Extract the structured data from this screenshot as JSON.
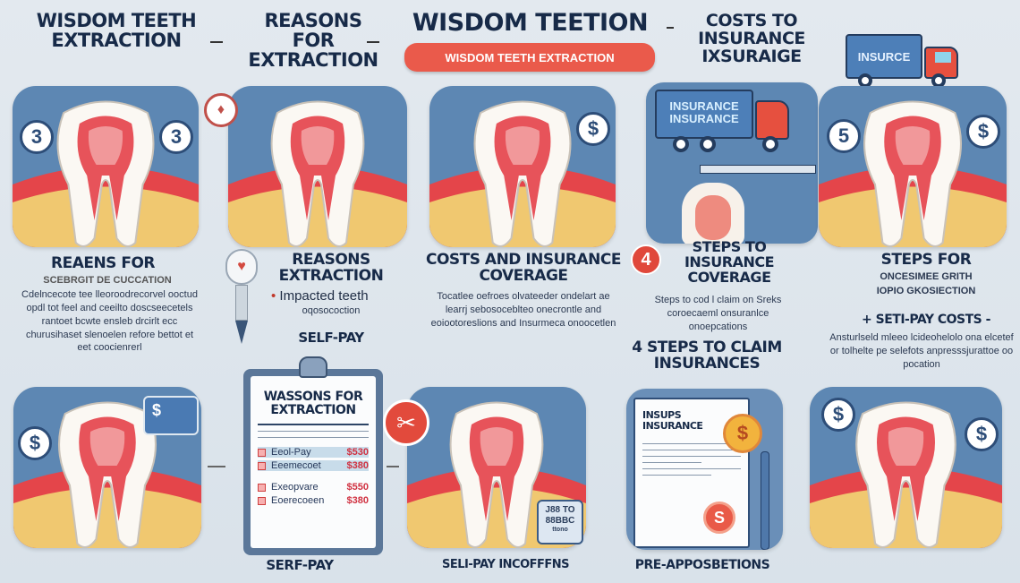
{
  "header": {
    "col1": "WISDOM TEETH EXTRACTION",
    "col2": "REASONS FOR EXTRACTION",
    "title": "WISDOM TEETION",
    "subtitle": "WISDOM TEETH EXTRACTION",
    "col4": "COSTS TO INSURANCE IXSURAIGE",
    "truck_label": "INSURCE"
  },
  "badges": {
    "three": "3",
    "dollar": "$",
    "five": "5",
    "four": "4"
  },
  "truck_panel": {
    "label": "INSURANCE INSURANCE"
  },
  "middle": {
    "s1": {
      "title": "REAENS FOR",
      "sub": "SCEBRGIT DE CUCCATION",
      "body": "Cdelncecote tee lleoroodrecorvel ooctud opdl tot feel and ceeilto doscseecetels rantoet bcwte ensleb drcirlt ecc churusihaset slenoelen refore bettot et eet coocienrerl"
    },
    "s2": {
      "title": "REASONS EXTRACTION",
      "bullet": "Impacted teeth",
      "sub": "oqosocoction",
      "self_pay": "SELF-PAY"
    },
    "s3": {
      "title": "COSTS AND INSURANCE COVERAGE",
      "body": "Tocatlee oefroes olvateeder ondelart ae learrj sebosoceblteo onecrontle and eoiootoreslions and Insurmeca onoocetlen"
    },
    "s4": {
      "title": "STEPS TO INSURANCE COVERAGE",
      "body": "Steps to cod l claim on Sreks coroecaeml onsuranlce onoepcations",
      "claim": "4 STEPS TO CLAIM INSURANCES"
    },
    "s5": {
      "title": "STEPS FOR",
      "sub1": "ONCESIMEE GRITH",
      "sub2": "IOPIO GKOSIECTION",
      "self_pay_costs": "+ SETI-PAY COSTS -",
      "body": "Ansturlseld mleeo lcideohelolo ona elcetef or tolhelte pe selefots anpresssjurattoe oo pocation"
    }
  },
  "clipboard": {
    "title": "WASSONS FOR EXTRACTION",
    "rows": [
      {
        "label": "Eeol-Pay",
        "price": "$530"
      },
      {
        "label": "Eeemecoet",
        "price": "$380"
      },
      {
        "label": "Exeopvare",
        "price": "$550"
      },
      {
        "label": "Eoerecoeen",
        "price": "$380"
      }
    ]
  },
  "receipt": {
    "line1": "J88 TO",
    "line2": "88BBC",
    "line3": "ttono"
  },
  "doc": {
    "title": "INSUPS INSURANCE",
    "seal_top": "$",
    "seal_bottom": "S"
  },
  "captions": {
    "c1": "SERF-PAY",
    "c2": "SELI-PAY INCOFFFNS",
    "c3": "PRE-APPOSBETIONS"
  },
  "colors": {
    "accent": "#ea5a4b",
    "tile": "#5d87b3",
    "navy": "#172a48"
  }
}
